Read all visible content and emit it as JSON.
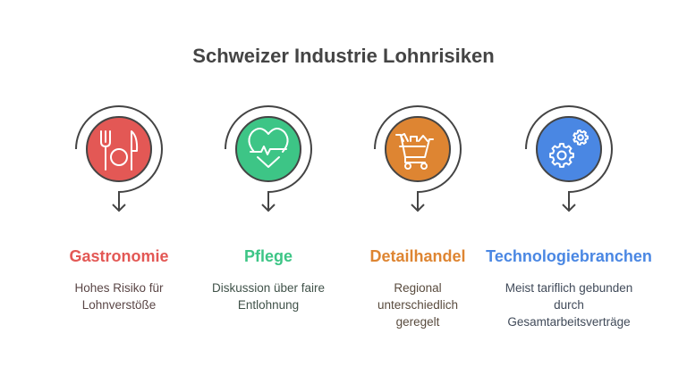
{
  "title": "Schweizer Industrie Lohnrisiken",
  "items": [
    {
      "label": "Gastronomie",
      "description": "Hohes Risiko für Lohnverstöße",
      "icon": "cutlery-icon",
      "color": "#E35855",
      "text_color": "#5a4646"
    },
    {
      "label": "Pflege",
      "description": "Diskussion über faire Entlohnung",
      "icon": "heartbeat-icon",
      "color": "#3DC586",
      "text_color": "#405249"
    },
    {
      "label": "Detailhandel",
      "description": "Regional unterschiedlich geregelt",
      "icon": "shopping-cart-icon",
      "color": "#DE8532",
      "text_color": "#594b3e"
    },
    {
      "label": "Technologiebranchen",
      "description": "Meist tariflich gebunden durch Gesamtarbeitsverträge",
      "icon": "gears-icon",
      "color": "#4A87E3",
      "text_color": "#404a59"
    }
  ]
}
